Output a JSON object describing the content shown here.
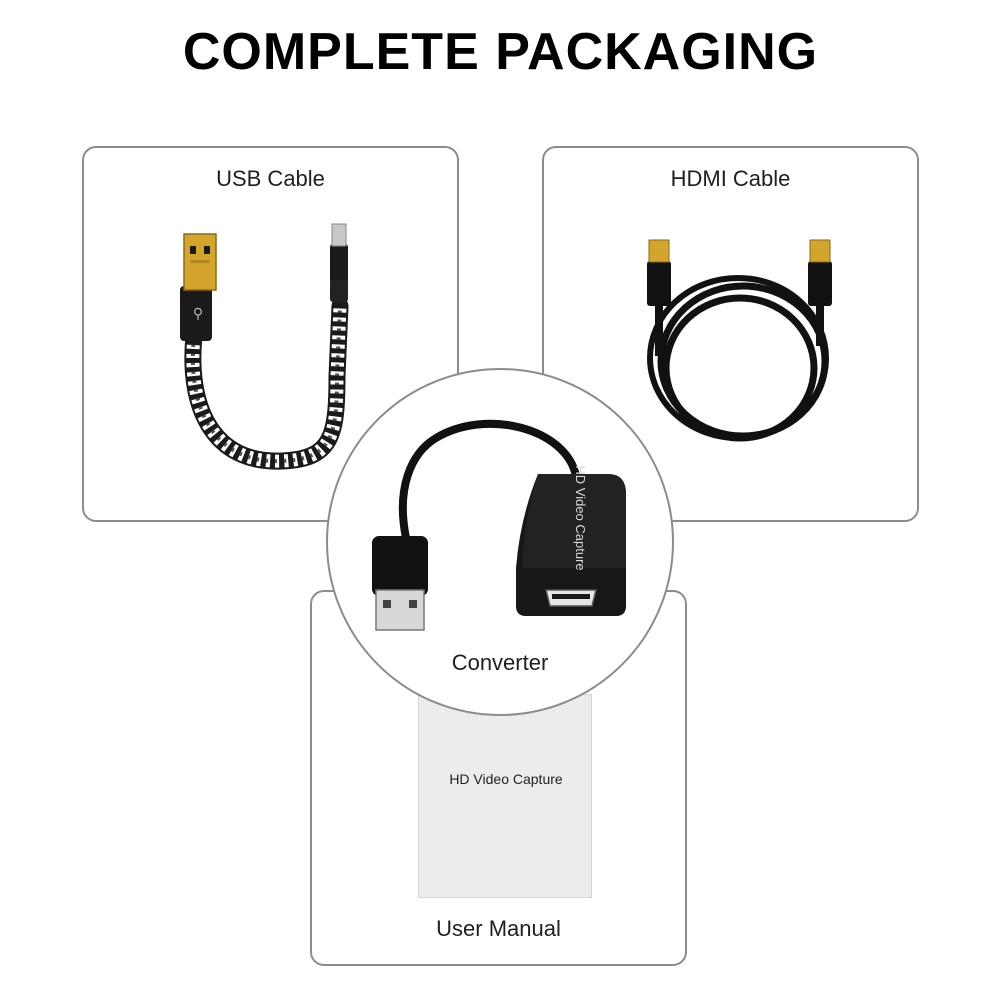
{
  "title": "COMPLETE PACKAGING",
  "items": {
    "usb_cable": "USB Cable",
    "hdmi_cable": "HDMI Cable",
    "converter": "Converter",
    "user_manual": "User Manual"
  },
  "converter_print": "HD Video Capture",
  "manual_print": "HD Video Capture",
  "colors": {
    "border": "#8c8c8c",
    "cable_black": "#111111",
    "usb_gold": "#d4a52c",
    "manual_gray": "#ececec"
  }
}
